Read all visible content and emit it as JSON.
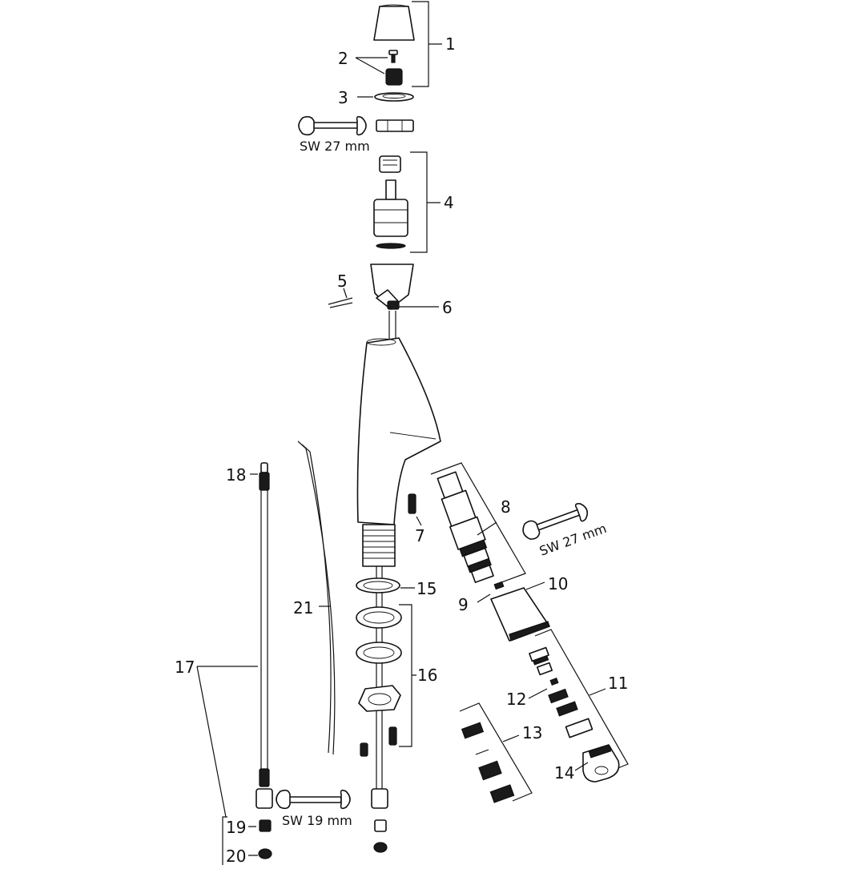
{
  "callouts": {
    "c1": "1",
    "c2": "2",
    "c3": "3",
    "c4": "4",
    "c5": "5",
    "c6": "6",
    "c7": "7",
    "c8": "8",
    "c9": "9",
    "c10": "10",
    "c11": "11",
    "c12": "12",
    "c13": "13",
    "c14": "14",
    "c15": "15",
    "c16": "16",
    "c17": "17",
    "c18": "18",
    "c19": "19",
    "c20": "20",
    "c21": "21"
  },
  "tools": {
    "wrench_top": "SW 27 mm",
    "wrench_right": "SW 27 mm",
    "wrench_bottom": "SW 19 mm"
  },
  "icons": [
    "wrench-icon"
  ],
  "colors": {
    "ink": "#111111",
    "paper": "#ffffff"
  }
}
